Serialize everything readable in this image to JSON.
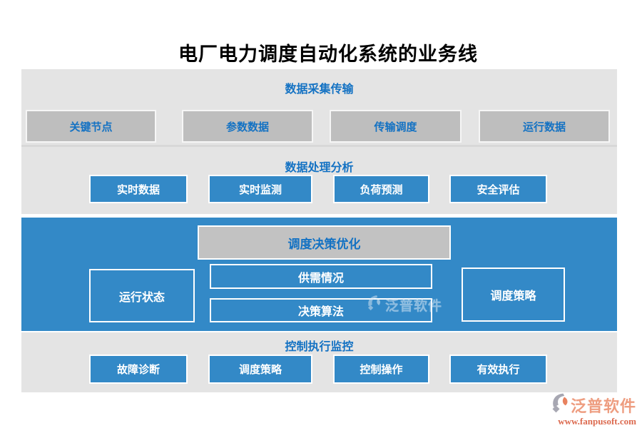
{
  "page": {
    "title": "电厂电力调度自动化系统的业务线"
  },
  "colors": {
    "accent_blue": "#3389c7",
    "text_blue": "#1472c3",
    "band_gray": "#e4e4e4",
    "node_gray": "#bebebe",
    "header_box_gray": "#c2c2c2",
    "white_border": "#ffffff",
    "brand_salmon": "#ee9d80",
    "brand_url_red": "#dc6a4f"
  },
  "sections": {
    "collection": {
      "header": "数据采集传输",
      "items": [
        "关键节点",
        "参数数据",
        "传输调度",
        "运行数据"
      ]
    },
    "processing": {
      "header": "数据处理分析",
      "items": [
        "实时数据",
        "实时监测",
        "负荷预测",
        "安全评估"
      ]
    },
    "decision": {
      "header": "调度决策优化",
      "left": "运行状态",
      "center": [
        "供需情况",
        "决策算法"
      ],
      "right": "调度策略"
    },
    "control": {
      "header": "控制执行监控",
      "items": [
        "故障诊断",
        "调度策略",
        "控制操作",
        "有效执行"
      ]
    }
  },
  "watermark": {
    "text": "泛普软件"
  },
  "footer": {
    "brand": "泛普软件",
    "url": "www.fanpusoft.com",
    "icon": "fanpu-logo"
  }
}
